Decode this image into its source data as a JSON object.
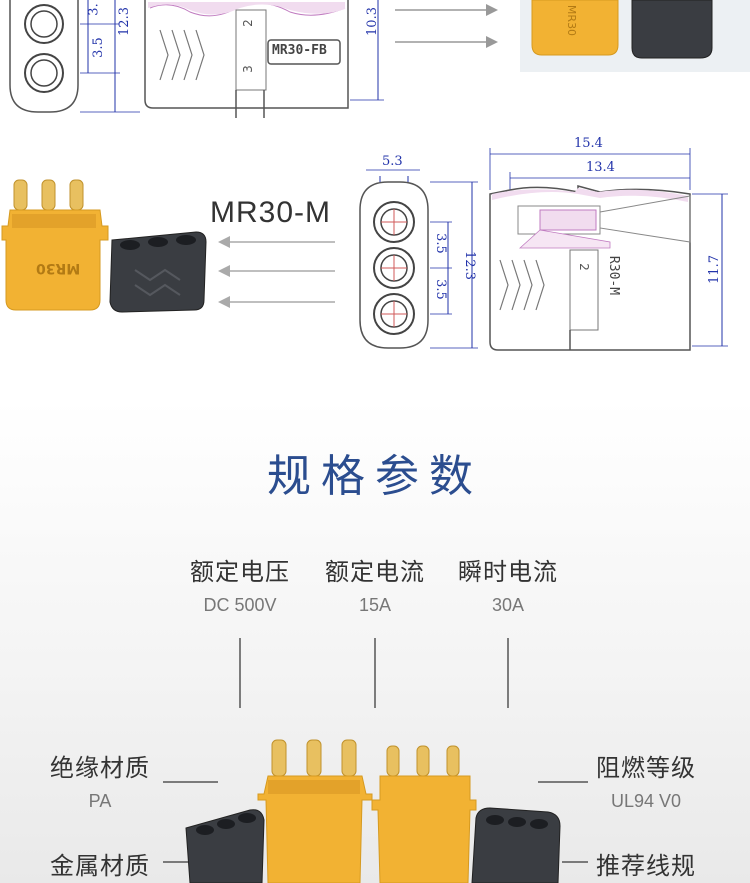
{
  "top_drawing": {
    "dims": [
      "3.",
      "3.5",
      "12.3",
      "10.3"
    ],
    "pin_numbers": [
      "2",
      "3"
    ],
    "part_label": "MR30-FB",
    "photo_text": "MR30"
  },
  "mid_drawing": {
    "model_label": "MR30-M",
    "front_dims": [
      "5.3",
      "3.5",
      "3.5",
      "12.3"
    ],
    "side_dims": [
      "15.4",
      "13.4",
      "11.7"
    ],
    "side_label": "R30-M",
    "pin_number": "2",
    "photo_text": "MR30"
  },
  "specs": {
    "heading": "规格参数",
    "columns": [
      {
        "title": "额定电压",
        "value": "DC 500V"
      },
      {
        "title": "额定电流",
        "value": "15A"
      },
      {
        "title": "瞬时电流",
        "value": "30A"
      }
    ],
    "left": [
      {
        "title": "绝缘材质",
        "value": "PA"
      },
      {
        "title": "金属材质",
        "value": ""
      }
    ],
    "right": [
      {
        "title": "阻燃等级",
        "value": "UL94 V0"
      },
      {
        "title": "推荐线规",
        "value": ""
      }
    ]
  },
  "colors": {
    "drawing_line": "#2233aa",
    "connector_yellow": "#f2b233",
    "cap_dark": "#3a3d42",
    "heading_blue": "#2b4d8f"
  }
}
